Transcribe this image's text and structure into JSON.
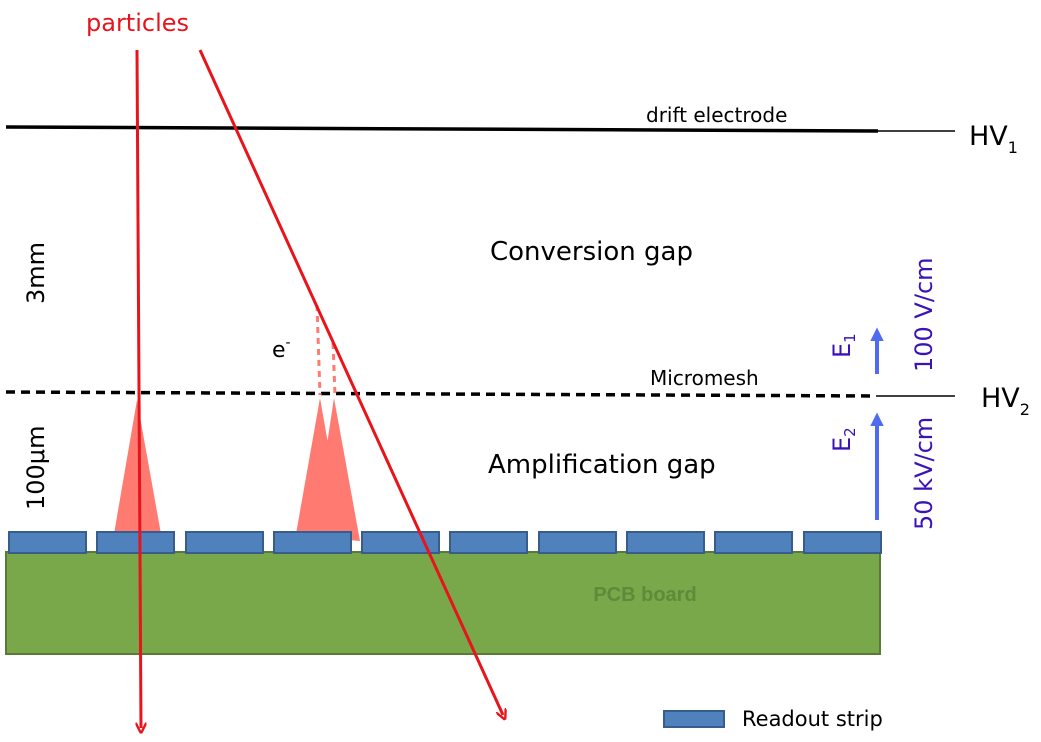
{
  "colors": {
    "particle": "#e8141c",
    "field": "#3a12b8",
    "field_arrow": "#4f6cf0",
    "avalanche": "#ff7b72",
    "strip_fill": "#4f81bd",
    "strip_stroke": "#385d8a",
    "pcb_fill": "#78a84a",
    "pcb_stroke": "#5b7a37",
    "pcb_text": "#5f8a3a"
  },
  "labels": {
    "particles": "particles",
    "drift_electrode": "drift electrode",
    "hv1_main": "HV",
    "hv1_sub": "1",
    "conversion_gap": "Conversion gap",
    "gap_3mm": "3mm",
    "electron_main": "e",
    "electron_sup": "-",
    "micromesh": "Micromesh",
    "hv2_main": "HV",
    "hv2_sub": "2",
    "amplification_gap": "Amplification gap",
    "gap_100um": "100μm",
    "e1_main": "E",
    "e1_sub": "1",
    "e2_main": "E",
    "e2_sub": "2",
    "field1": "100 V/cm",
    "field2": "50 kV/cm",
    "pcb_board": "PCB board",
    "legend_readout_strip": "Readout strip"
  },
  "icons": {
    "particle_track": "red-arrow",
    "field_direction": "blue-up-arrow",
    "avalanche": "triangle",
    "readout_strip": "blue-rectangle"
  },
  "readout_strip_count": 10
}
